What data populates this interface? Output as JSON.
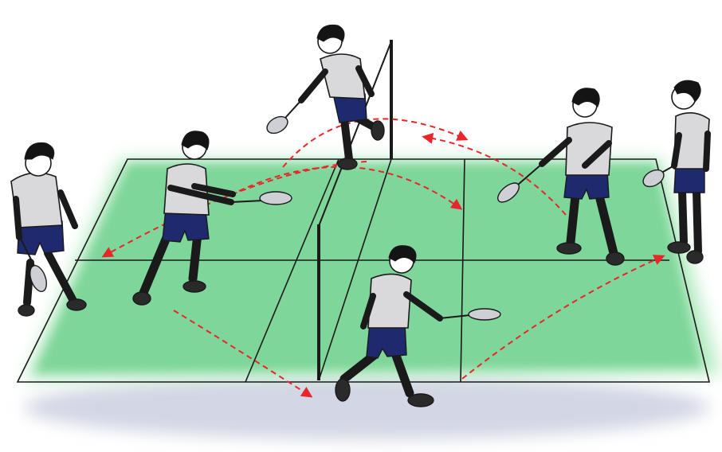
{
  "scene": {
    "subject": "badminton-doubles-drill",
    "colors": {
      "court": "#7ed69a",
      "court_glow": "#b9ecc6",
      "floor_shadow": "#d3d6e4",
      "line": "#1a1a1a",
      "shirt": "#d9d9db",
      "shorts": "#1f2a6e",
      "skin": "#ffffff",
      "hair": "#141414",
      "shoe": "#2a2a2a",
      "arrow": "#e8262a",
      "racket_head": "#cfcfd6"
    },
    "players": [
      {
        "name": "player-far-left-waiting"
      },
      {
        "name": "player-near-left-forehand"
      },
      {
        "name": "player-jumping-center"
      },
      {
        "name": "player-near-front-lunge"
      },
      {
        "name": "player-right-reaching"
      },
      {
        "name": "player-far-right-waiting"
      }
    ],
    "paths": [
      {
        "name": "shot-path-high-clear"
      },
      {
        "name": "shot-path-return-left"
      },
      {
        "name": "shot-path-right-to-net"
      },
      {
        "name": "shot-path-left-drop"
      },
      {
        "name": "shot-path-front-to-right"
      },
      {
        "name": "shot-path-lower-left"
      }
    ]
  }
}
